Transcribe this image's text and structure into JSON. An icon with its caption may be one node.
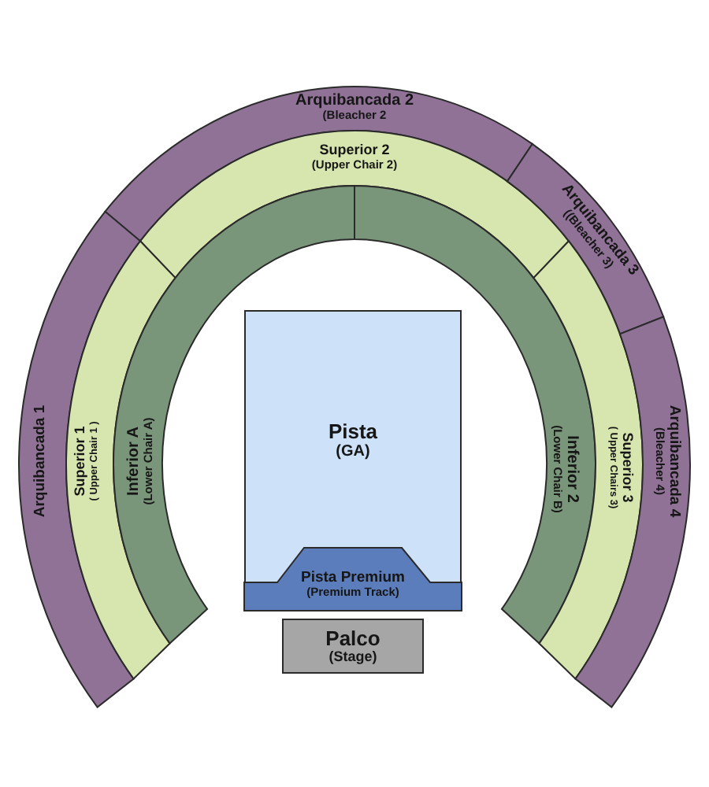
{
  "diagram": {
    "nodes": [
      {
        "text": [
          "Arquibancada 2",
          "(Bleacher 2"
        ]
      },
      {
        "text": [
          "Superior 2",
          "(Upper Chair 2)"
        ]
      },
      {
        "text": [
          "Arquibancada 3",
          "((Bleacher 3)"
        ]
      },
      {
        "text": [
          "Arquibancada 1"
        ]
      },
      {
        "text": [
          "Superior 1",
          "( Upper Chair 1 )"
        ]
      },
      {
        "text": [
          "Inferior A",
          "(Lower Chair A)"
        ]
      },
      {
        "text": [
          "Pista",
          "(GA)"
        ]
      },
      {
        "text": [
          "Pista Premium",
          "(Premium Track)"
        ],
        "in": 6
      },
      {
        "text": [
          "Inferior 2",
          "(Lower Chair B)"
        ]
      },
      {
        "text": [
          "Superior 3",
          "( Upper Chairs 3)"
        ]
      },
      {
        "text": [
          "Arquibancada 4",
          "(Bleacher 4)"
        ]
      },
      {
        "text": [
          "Palco",
          "(Stage)"
        ]
      }
    ]
  }
}
